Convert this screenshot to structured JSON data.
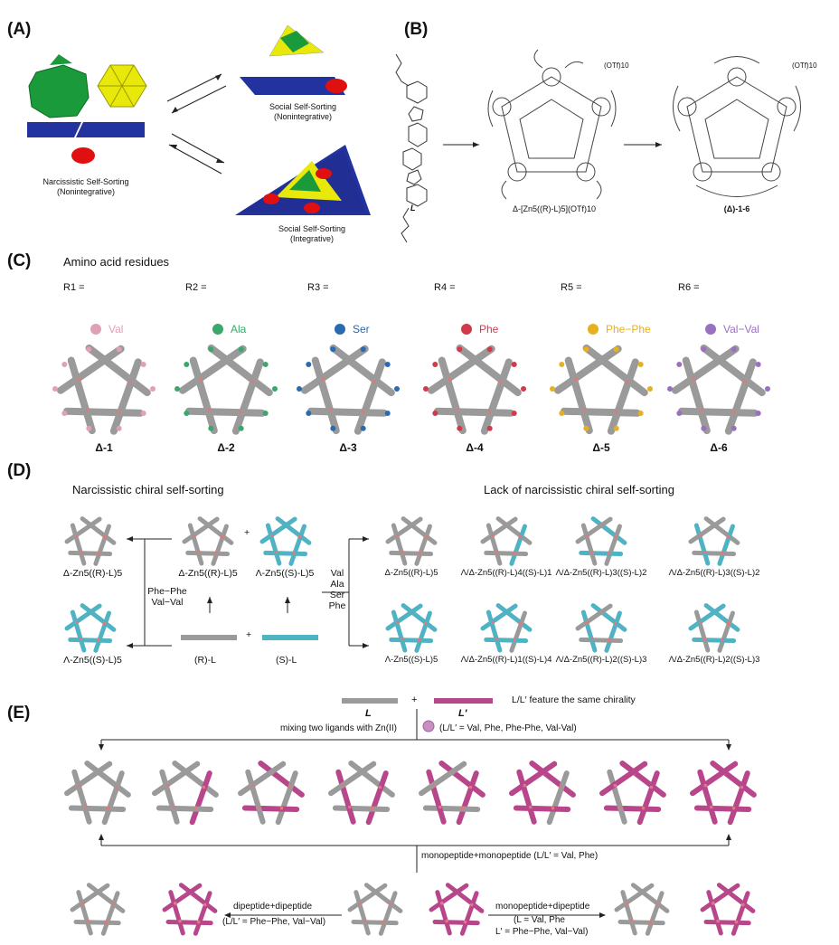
{
  "colors": {
    "green": "#1a9a3a",
    "yellow": "#e8e80a",
    "blue": "#2233a0",
    "red": "#e01010",
    "gray": "#9a9a9a",
    "teal": "#4fb3c4",
    "magenta": "#b8468a",
    "pink": "#e07a7a"
  },
  "panelA": {
    "label": "(A)",
    "narc": "Narcissistic Self-Sorting",
    "narc_sub": "(Nonintegrative)",
    "social_non": "Social Self-Sorting",
    "social_non_sub": "(Nonintegrative)",
    "social_int": "Social Self-Sorting",
    "social_int_sub": "(Integrative)"
  },
  "panelB": {
    "label": "(B)",
    "ligand": "L",
    "cage1": "Δ-[Zn5((R)-L)5](OTf)10",
    "cage2": "(Δ)-1-6",
    "otf": "(OTf)10"
  },
  "panelC": {
    "label": "(C)",
    "title": "Amino acid residues",
    "residues": [
      {
        "r": "R1 =",
        "name": "Val",
        "color": "#e0a0b8",
        "cage": "Δ-1"
      },
      {
        "r": "R2 =",
        "name": "Ala",
        "color": "#3aa86a",
        "cage": "Δ-2"
      },
      {
        "r": "R3 =",
        "name": "Ser",
        "color": "#2a6ab0",
        "cage": "Δ-3"
      },
      {
        "r": "R4 =",
        "name": "Phe",
        "color": "#d03a4a",
        "cage": "Δ-4"
      },
      {
        "r": "R5 =",
        "name": "Phe−Phe",
        "color": "#e8b020",
        "cage": "Δ-5"
      },
      {
        "r": "R6 =",
        "name": "Val−Val",
        "color": "#9a70c0",
        "cage": "Δ-6"
      }
    ]
  },
  "panelD": {
    "label": "(D)",
    "left_title": "Narcissistic chiral self-sorting",
    "right_title": "Lack of narcissistic chiral self-sorting",
    "left_top": "Δ-Zn5((R)-L)5",
    "left_bottom": "Λ-Zn5((S)-L)5",
    "mid_left": "Δ-Zn5((R)-L)5",
    "mid_right": "Λ-Zn5((S)-L)5",
    "plus": "+",
    "cond_left": [
      "Phe−Phe",
      "Val−Val"
    ],
    "cond_right": [
      "Val",
      "Ala",
      "Ser",
      "Phe"
    ],
    "lig_R": "(R)-L",
    "lig_S": "(S)-L",
    "right_top": [
      "Δ-Zn5((R)-L)5",
      "Λ/Δ-Zn5((R)-L)4((S)-L)1",
      "Λ/Δ-Zn5((R)-L)3((S)-L)2",
      "Λ/Δ-Zn5((R)-L)3((S)-L)2"
    ],
    "right_bottom": [
      "Λ-Zn5((S)-L)5",
      "Λ/Δ-Zn5((R)-L)1((S)-L)4",
      "Λ/Δ-Zn5((R)-L)2((S)-L)3",
      "Λ/Δ-Zn5((R)-L)2((S)-L)3"
    ]
  },
  "panelE": {
    "label": "(E)",
    "L": "L",
    "Lp": "L′",
    "plus": "+",
    "same": "L/L′ feature the same chirality",
    "mixing": "mixing two ligands with Zn(II)",
    "mix_cond": "(L/L′ = Val, Phe, Phe-Phe, Val-Val)",
    "mono_mono": "monopeptide+monopeptide (L/L′ = Val, Phe)",
    "di_di": "dipeptide+dipeptide",
    "di_di_cond": "(L/L′ = Phe−Phe, Val−Val)",
    "mono_di": "monopeptide+dipeptide",
    "mono_di_c1": "(L = Val, Phe",
    "mono_di_c2": "L′ = Phe−Phe, Val−Val)"
  }
}
